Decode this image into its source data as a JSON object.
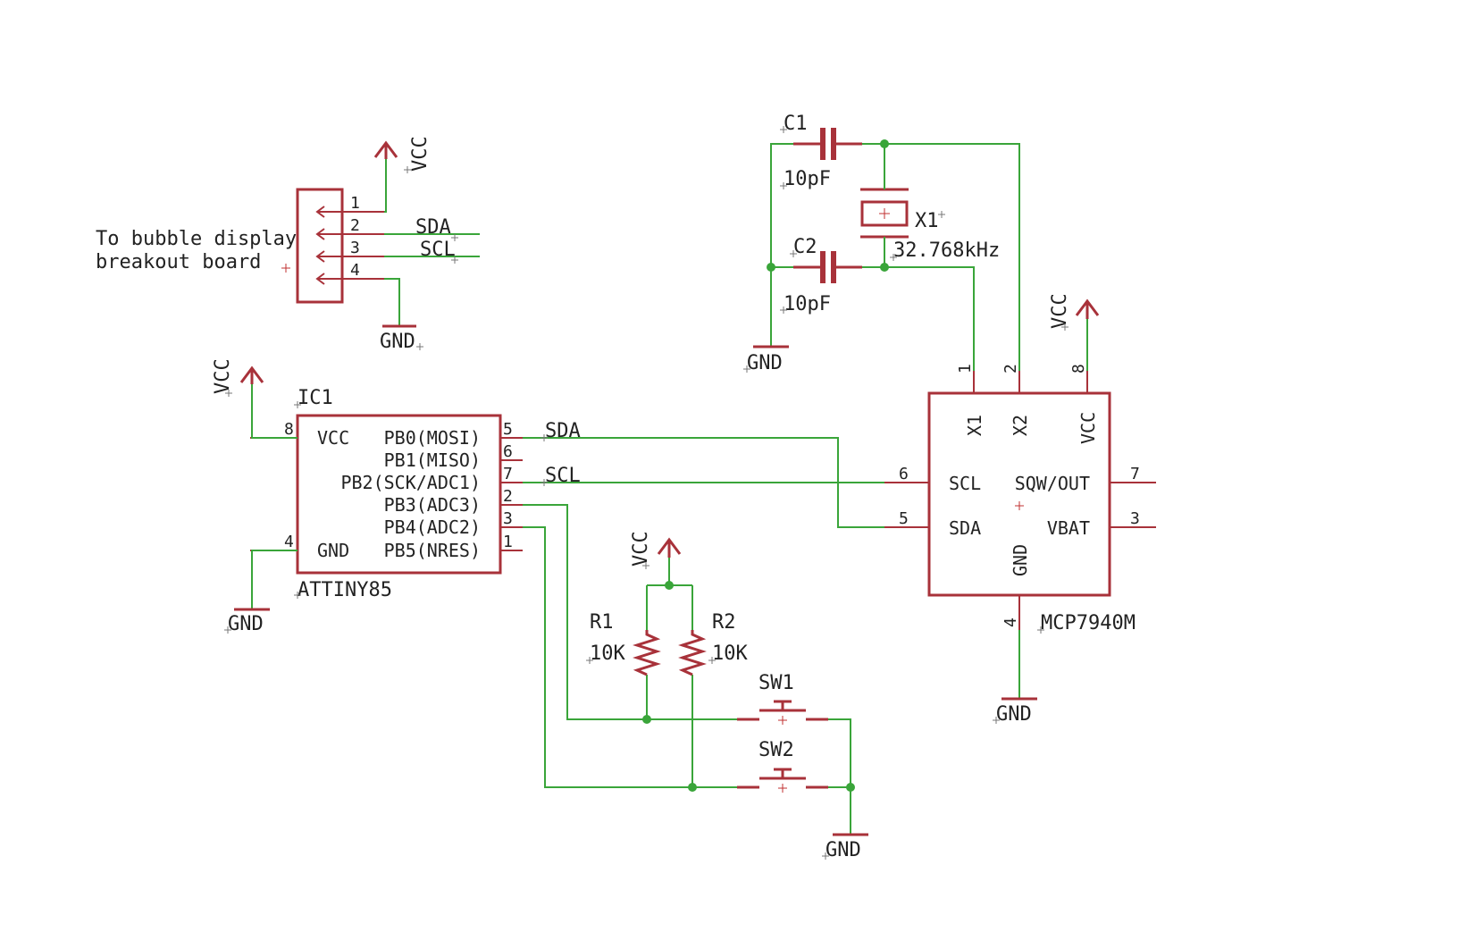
{
  "colors": {
    "wire": "#3aa53a",
    "part": "#a8323a",
    "text": "#222222",
    "background": "#ffffff"
  },
  "note": {
    "line1": "To bubble display",
    "line2": "breakout board"
  },
  "connector": {
    "pins": [
      "1",
      "2",
      "3",
      "4"
    ],
    "nets": {
      "sda": "SDA",
      "scl": "SCL"
    }
  },
  "power": {
    "vcc": "VCC",
    "gnd": "GND"
  },
  "ic1": {
    "name": "IC1",
    "value": "ATTINY85",
    "left_pins": [
      {
        "num": "8",
        "name": "VCC"
      },
      {
        "num": "4",
        "name": "GND"
      }
    ],
    "right_pins": [
      {
        "num": "5",
        "name": "PB0(MOSI)"
      },
      {
        "num": "6",
        "name": "PB1(MISO)"
      },
      {
        "num": "7",
        "name": "PB2(SCK/ADC1)"
      },
      {
        "num": "2",
        "name": "PB3(ADC3)"
      },
      {
        "num": "3",
        "name": "PB4(ADC2)"
      },
      {
        "num": "1",
        "name": "PB5(NRES)"
      }
    ],
    "nets": {
      "sda": "SDA",
      "scl": "SCL"
    }
  },
  "c1": {
    "name": "C1",
    "value": "10pF"
  },
  "c2": {
    "name": "C2",
    "value": "10pF"
  },
  "x1": {
    "name": "X1",
    "value": "32.768kHz"
  },
  "rtc": {
    "value": "MCP7940M",
    "top_pins": [
      {
        "num": "1",
        "name": "X1"
      },
      {
        "num": "2",
        "name": "X2"
      },
      {
        "num": "8",
        "name": "VCC"
      }
    ],
    "left_pins": [
      {
        "num": "6",
        "name": "SCL"
      },
      {
        "num": "5",
        "name": "SDA"
      }
    ],
    "right_pins": [
      {
        "num": "7",
        "name": "SQW/OUT"
      },
      {
        "num": "3",
        "name": "VBAT"
      }
    ],
    "bottom_pin": {
      "num": "4",
      "name": "GND"
    }
  },
  "r1": {
    "name": "R1",
    "value": "10K"
  },
  "r2": {
    "name": "R2",
    "value": "10K"
  },
  "sw1": {
    "name": "SW1"
  },
  "sw2": {
    "name": "SW2"
  }
}
